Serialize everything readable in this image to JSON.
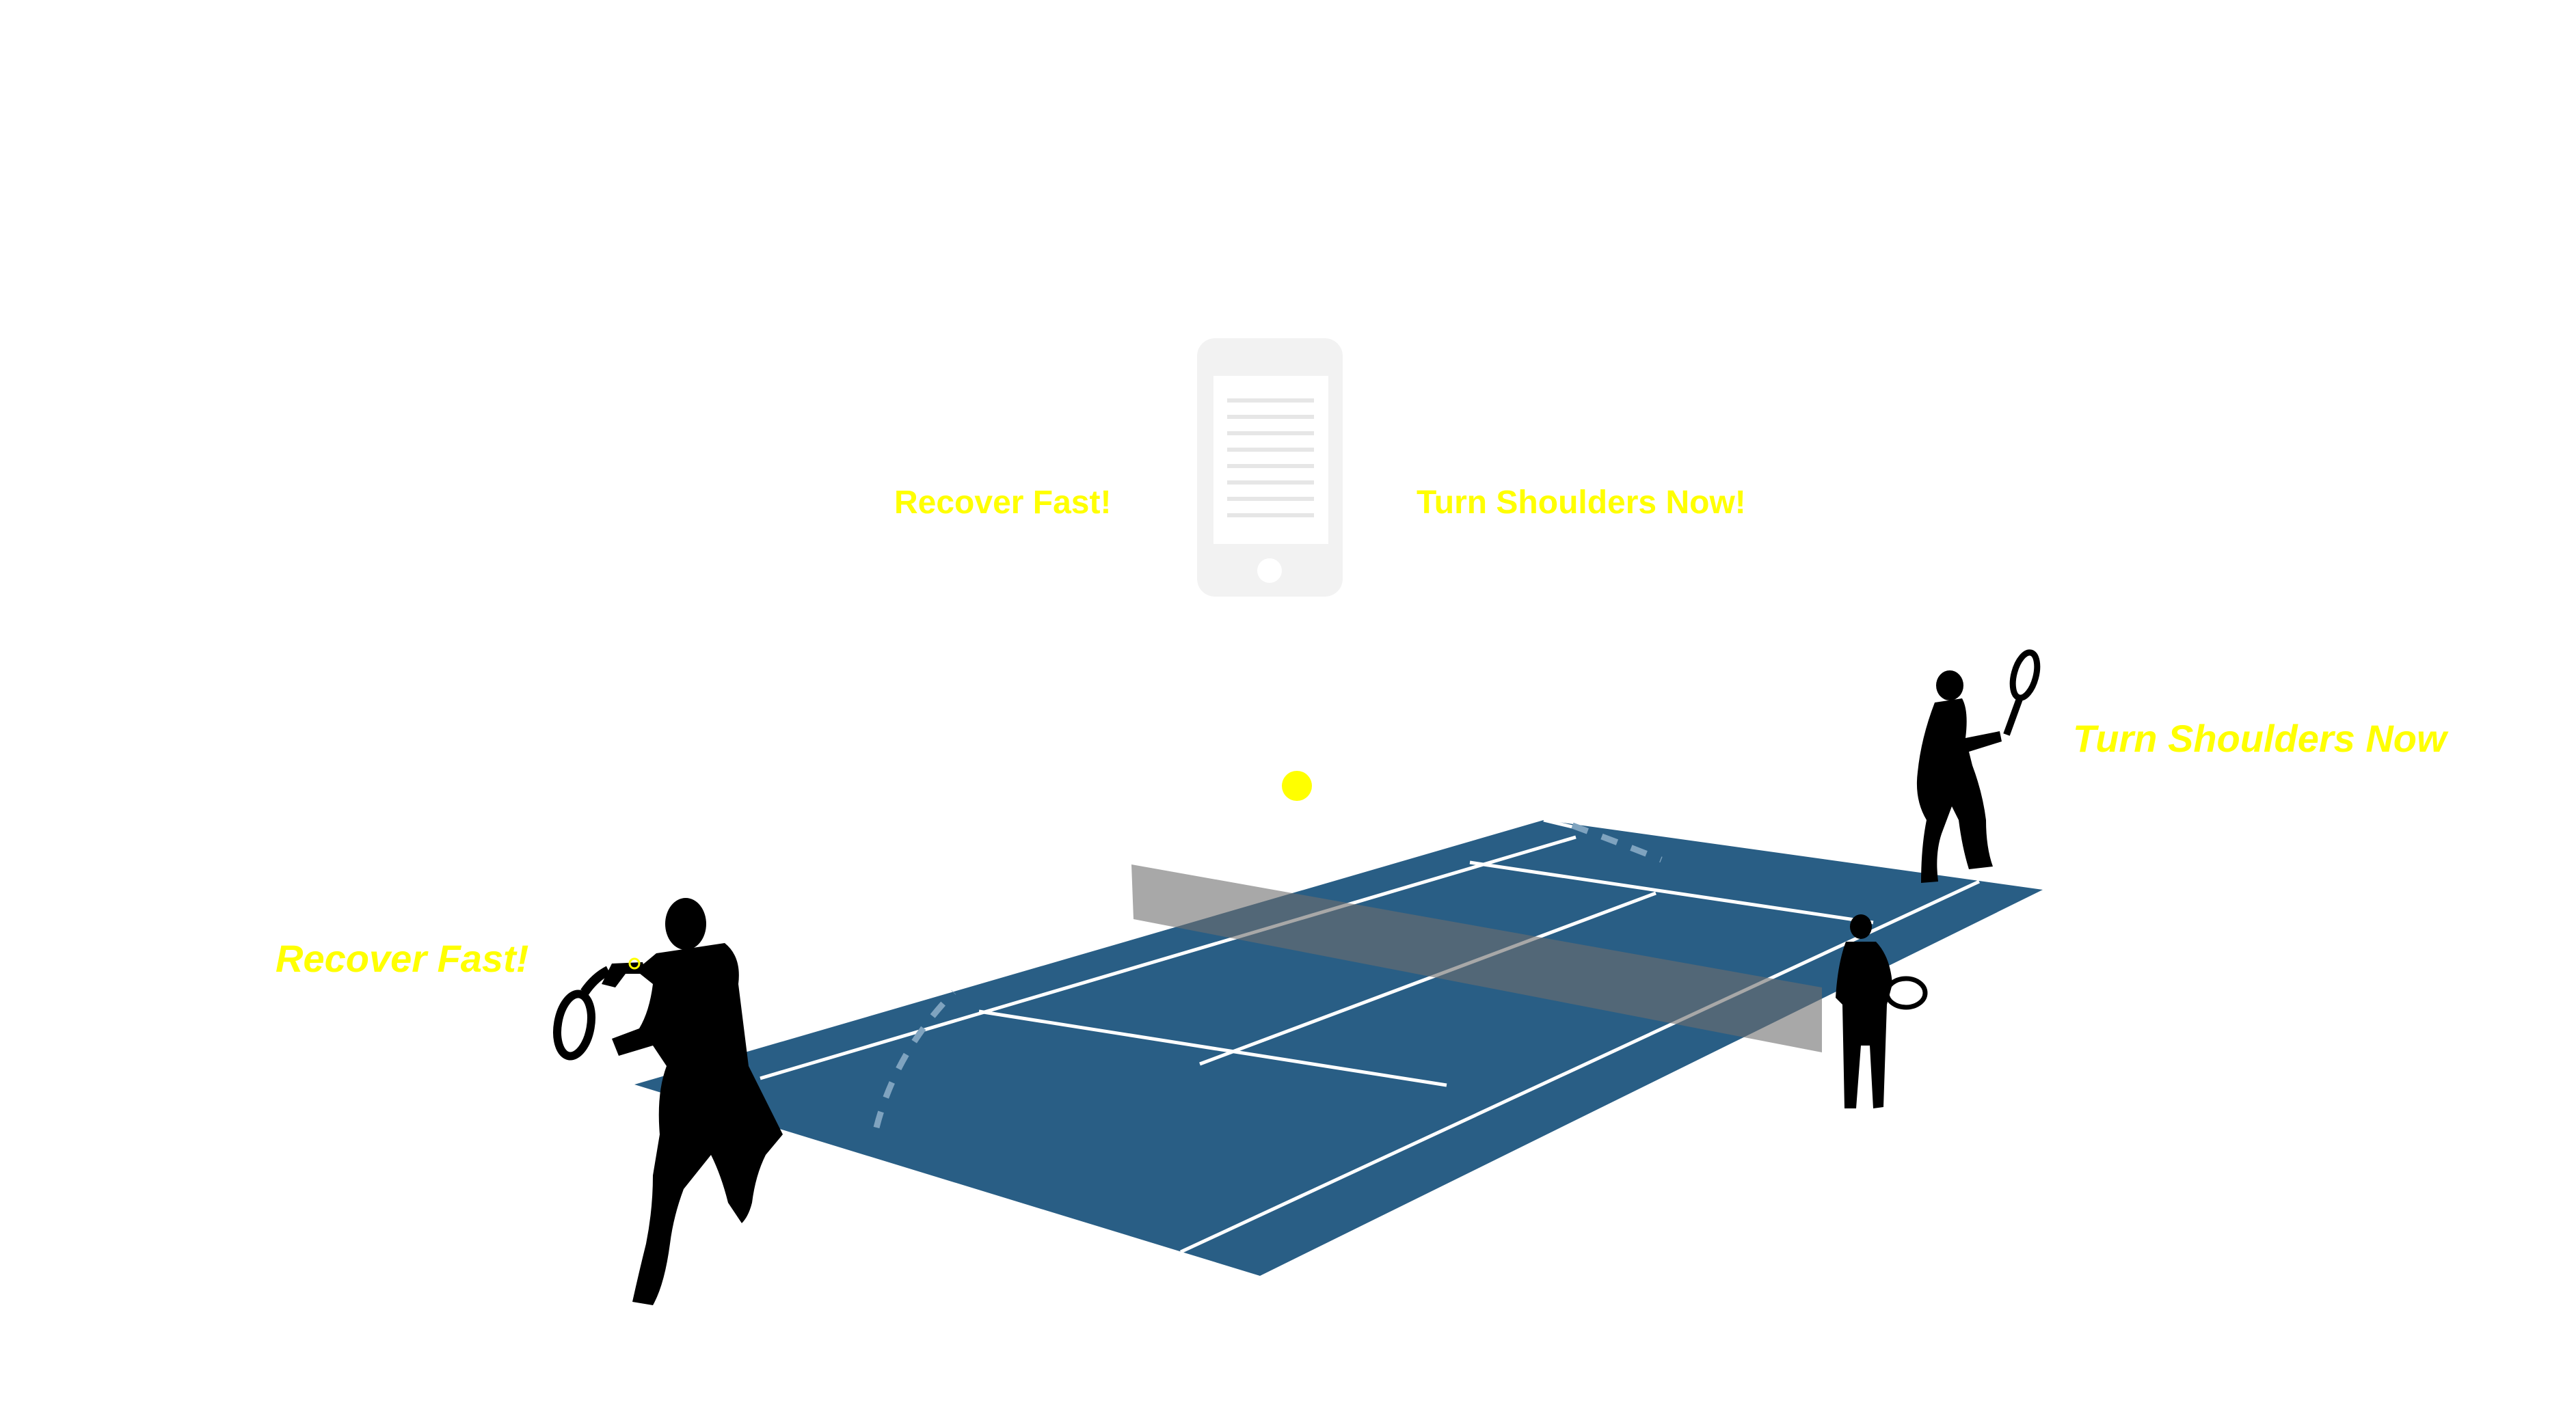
{
  "phone": {
    "icon": "smartphone-icon",
    "left_message": "Recover Fast!",
    "right_message": "Turn Shoulders Now!"
  },
  "players": {
    "near_player_cue": "Recover Fast!",
    "far_player_cue": "Turn Shoulders Now",
    "near_player_icon": "tennis-player-forehand-icon",
    "far_player_icon": "tennis-player-ready-icon",
    "coach_icon": "coach-standing-icon"
  },
  "ball": {
    "icon": "tennis-ball-icon"
  },
  "colors": {
    "cue_text": "#ffff00",
    "ball": "#ffff00",
    "court": "#295e85",
    "court_lines": "#ffffff",
    "net": "#6e6e6e",
    "phone_body": "#f2f2f2",
    "phone_screen_lines": "#e6e6e6",
    "silhouette": "#000000"
  }
}
